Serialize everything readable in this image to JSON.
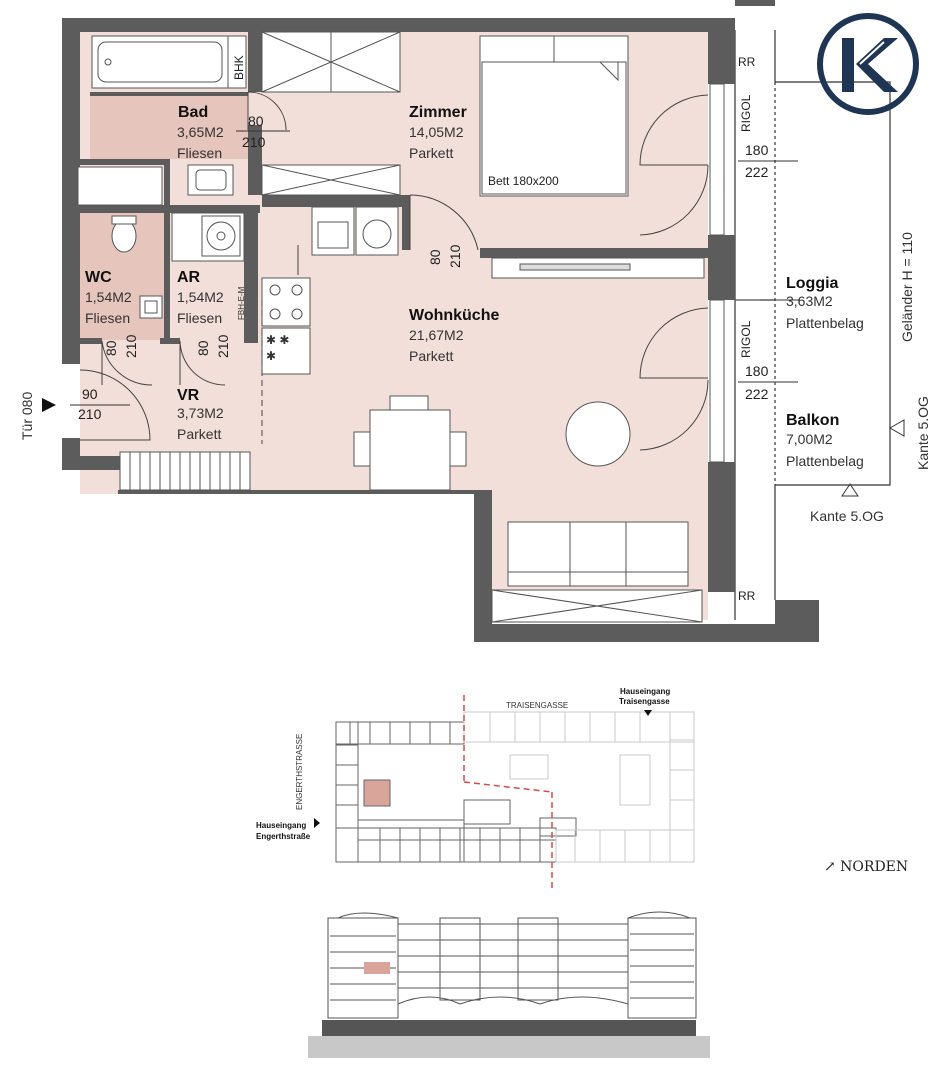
{
  "rooms": {
    "bad": {
      "name": "Bad",
      "area": "3,65M2",
      "floor": "Fliesen",
      "door_w": "80",
      "door_h": "210"
    },
    "zimmer": {
      "name": "Zimmer",
      "area": "14,05M2",
      "floor": "Parkett",
      "bed": "Bett 180x200"
    },
    "wc": {
      "name": "WC",
      "area": "1,54M2",
      "floor": "Fliesen",
      "door_w": "80",
      "door_h": "210"
    },
    "ar": {
      "name": "AR",
      "area": "1,54M2",
      "floor": "Fliesen",
      "door_w": "80",
      "door_h": "210"
    },
    "vr": {
      "name": "VR",
      "area": "3,73M2",
      "floor": "Parkett"
    },
    "wohnkueche": {
      "name": "Wohnküche",
      "area": "21,67M2",
      "floor": "Parkett",
      "door_w": "80",
      "door_h": "210"
    },
    "loggia": {
      "name": "Loggia",
      "area": "3,63M2",
      "floor": "Plattenbelag"
    },
    "balkon": {
      "name": "Balkon",
      "area": "7,00M2",
      "floor": "Plattenbelag"
    }
  },
  "labels": {
    "bhk": "BHK",
    "fbh": "FBH-E-M",
    "rr_top": "RR",
    "rr_bottom": "RR",
    "rigol_top": "RIGOL",
    "rigol_bottom": "RIGOL",
    "window_top_w": "180",
    "window_top_h": "222",
    "window_bottom_w": "180",
    "window_bottom_h": "222",
    "entry_door_w": "90",
    "entry_door_h": "210",
    "tuer": "Tür 080",
    "gelaender": "Geländer H = 110",
    "kante_bottom": "Kante 5.OG",
    "kante_right": "Kante 5.OG"
  },
  "site": {
    "traisengasse": "TRAISENGASSE",
    "engerthstrasse": "ENGERTHSTRASSE",
    "entrance_traisen_1": "Hauseingang",
    "entrance_traisen_2": "Traisengasse",
    "entrance_engerth_1": "Hauseingang",
    "entrance_engerth_2": "Engerthstraße",
    "north": "↗ NORDEN"
  },
  "logo": {
    "letter": "K",
    "color": "#1f3554"
  },
  "colors": {
    "room_fill": "#f2dfd9",
    "wet_fill": "#e6c5bd",
    "wall": "#5c5c5c",
    "marker": "#d84a4a"
  }
}
